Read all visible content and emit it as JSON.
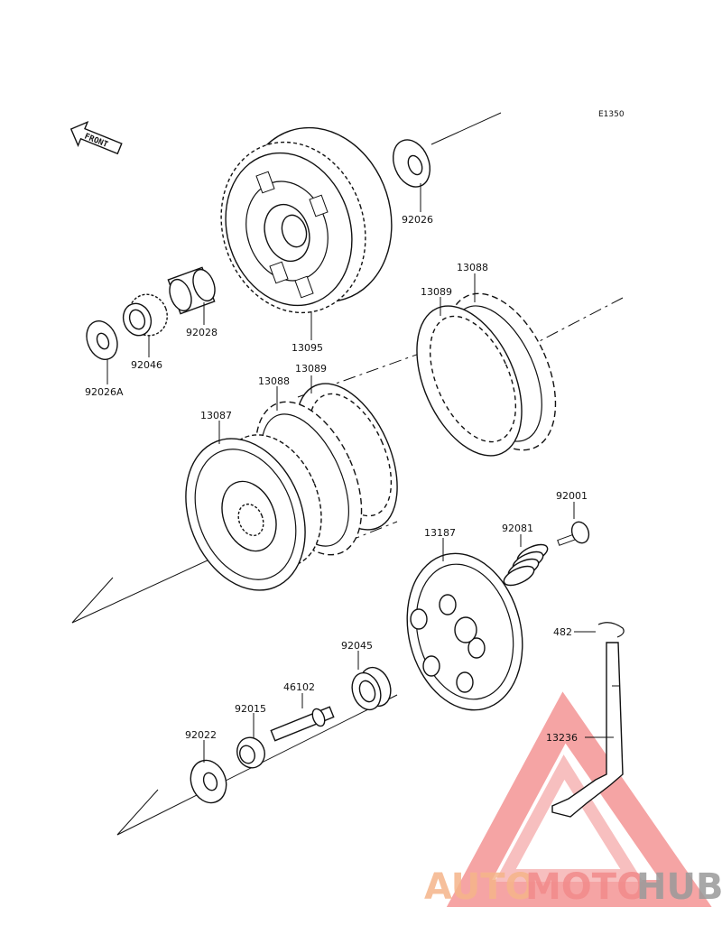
{
  "diagram": {
    "code": "E1350",
    "front_label": "FRONT",
    "parts": [
      {
        "id": "92026"
      },
      {
        "id": "92028"
      },
      {
        "id": "13095"
      },
      {
        "id": "92046"
      },
      {
        "id": "92026A"
      },
      {
        "id": "13088"
      },
      {
        "id": "13089"
      },
      {
        "id": "13088"
      },
      {
        "id": "13089"
      },
      {
        "id": "13087"
      },
      {
        "id": "92001"
      },
      {
        "id": "92081"
      },
      {
        "id": "13187"
      },
      {
        "id": "482"
      },
      {
        "id": "92045"
      },
      {
        "id": "46102"
      },
      {
        "id": "92015"
      },
      {
        "id": "92022"
      },
      {
        "id": "13236"
      }
    ]
  },
  "watermark": {
    "brand_part1": "AUTO",
    "brand_part2": "MOTO",
    "brand_part3": "HUB",
    "colors": {
      "auto": "#f5b58a",
      "moto": "#f28b8b",
      "hub": "#9a9a9a",
      "triangle": "#ee5a5a"
    }
  }
}
